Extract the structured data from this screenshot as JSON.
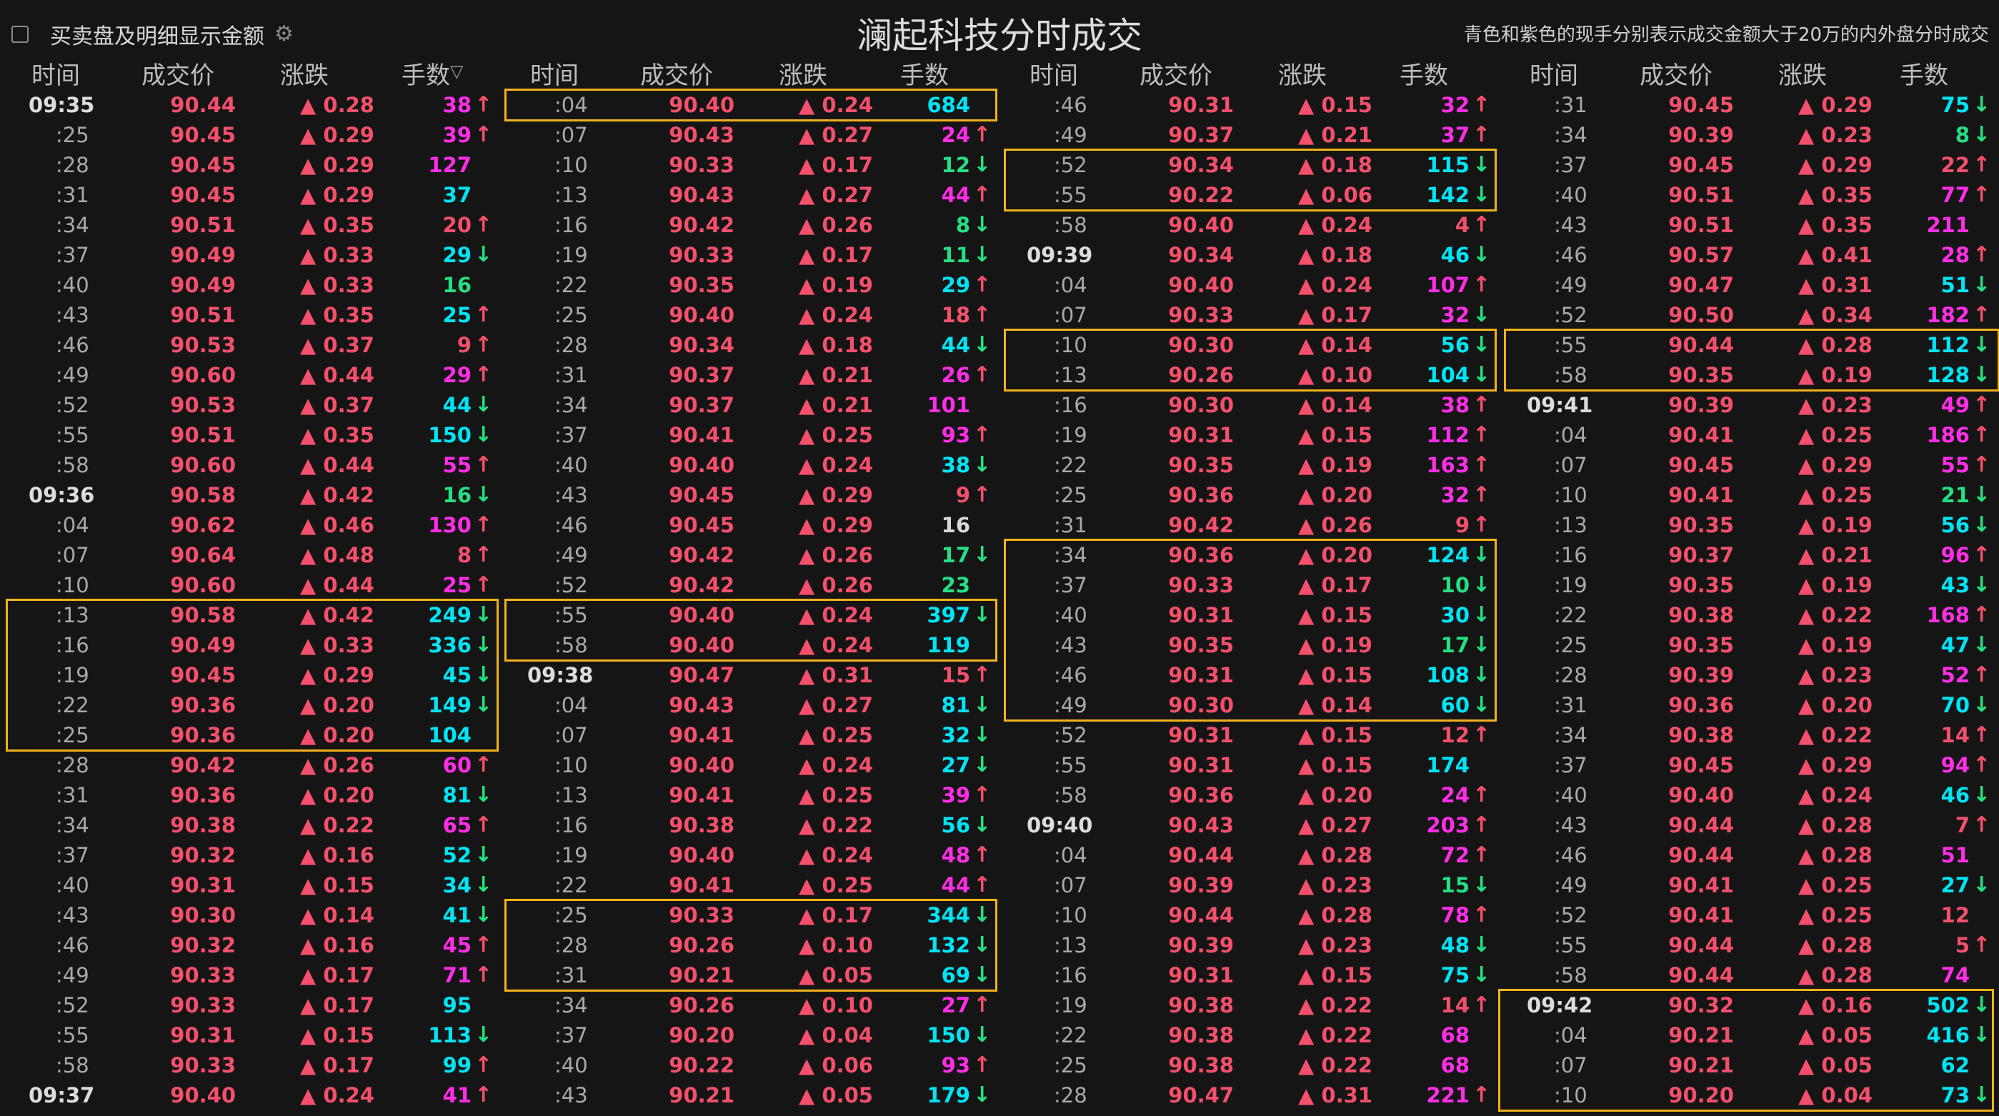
{
  "header": {
    "checkbox_label": "买卖盘及明细显示金额",
    "title": "澜起科技分时成交",
    "note": "青色和紫色的现手分别表示成交金额大于20万的内外盘分时成交",
    "columns": [
      "时间",
      "成交价",
      "涨跌",
      "手数"
    ]
  },
  "colors": {
    "up_red": "#f4506b",
    "down_green": "#24e082",
    "big_buy_cyan": "#00e5f5",
    "big_sell_magenta": "#ff2ee6",
    "highlight": "#f2b21b"
  },
  "groups": [
    {
      "rows": [
        [
          "09:35",
          "90.44",
          "▲ 0.28",
          "38",
          "m",
          "u"
        ],
        [
          ":25",
          "90.45",
          "▲ 0.29",
          "39",
          "m",
          "u"
        ],
        [
          ":28",
          "90.45",
          "▲ 0.29",
          "127",
          "m",
          ""
        ],
        [
          ":31",
          "90.45",
          "▲ 0.29",
          "37",
          "c",
          ""
        ],
        [
          ":34",
          "90.51",
          "▲ 0.35",
          "20",
          "r",
          "u"
        ],
        [
          ":37",
          "90.49",
          "▲ 0.33",
          "29",
          "c",
          "d"
        ],
        [
          ":40",
          "90.49",
          "▲ 0.33",
          "16",
          "g",
          ""
        ],
        [
          ":43",
          "90.51",
          "▲ 0.35",
          "25",
          "c",
          "u"
        ],
        [
          ":46",
          "90.53",
          "▲ 0.37",
          "9",
          "r",
          "u"
        ],
        [
          ":49",
          "90.60",
          "▲ 0.44",
          "29",
          "m",
          "u"
        ],
        [
          ":52",
          "90.53",
          "▲ 0.37",
          "44",
          "c",
          "d"
        ],
        [
          ":55",
          "90.51",
          "▲ 0.35",
          "150",
          "c",
          "d"
        ],
        [
          ":58",
          "90.60",
          "▲ 0.44",
          "55",
          "m",
          "u"
        ],
        [
          "09:36",
          "90.58",
          "▲ 0.42",
          "16",
          "g",
          "d"
        ],
        [
          ":04",
          "90.62",
          "▲ 0.46",
          "130",
          "m",
          "u"
        ],
        [
          ":07",
          "90.64",
          "▲ 0.48",
          "8",
          "r",
          "u"
        ],
        [
          ":10",
          "90.60",
          "▲ 0.44",
          "25",
          "m",
          "u"
        ],
        [
          ":13",
          "90.58",
          "▲ 0.42",
          "249",
          "c",
          "d"
        ],
        [
          ":16",
          "90.49",
          "▲ 0.33",
          "336",
          "c",
          "d"
        ],
        [
          ":19",
          "90.45",
          "▲ 0.29",
          "45",
          "c",
          "d"
        ],
        [
          ":22",
          "90.36",
          "▲ 0.20",
          "149",
          "c",
          "d"
        ],
        [
          ":25",
          "90.36",
          "▲ 0.20",
          "104",
          "c",
          ""
        ],
        [
          ":28",
          "90.42",
          "▲ 0.26",
          "60",
          "m",
          "u"
        ],
        [
          ":31",
          "90.36",
          "▲ 0.20",
          "81",
          "c",
          "d"
        ],
        [
          ":34",
          "90.38",
          "▲ 0.22",
          "65",
          "m",
          "u"
        ],
        [
          ":37",
          "90.32",
          "▲ 0.16",
          "52",
          "c",
          "d"
        ],
        [
          ":40",
          "90.31",
          "▲ 0.15",
          "34",
          "c",
          "d"
        ],
        [
          ":43",
          "90.30",
          "▲ 0.14",
          "41",
          "c",
          "d"
        ],
        [
          ":46",
          "90.32",
          "▲ 0.16",
          "45",
          "m",
          "u"
        ],
        [
          ":49",
          "90.33",
          "▲ 0.17",
          "71",
          "m",
          "u"
        ],
        [
          ":52",
          "90.33",
          "▲ 0.17",
          "95",
          "c",
          ""
        ],
        [
          ":55",
          "90.31",
          "▲ 0.15",
          "113",
          "c",
          "d"
        ],
        [
          ":58",
          "90.33",
          "▲ 0.17",
          "99",
          "c",
          "u"
        ],
        [
          "09:37",
          "90.40",
          "▲ 0.24",
          "41",
          "m",
          "u"
        ]
      ]
    },
    {
      "rows": [
        [
          ":04",
          "90.40",
          "▲ 0.24",
          "684",
          "c",
          ""
        ],
        [
          ":07",
          "90.43",
          "▲ 0.27",
          "24",
          "m",
          "u"
        ],
        [
          ":10",
          "90.33",
          "▲ 0.17",
          "12",
          "g",
          "d"
        ],
        [
          ":13",
          "90.43",
          "▲ 0.27",
          "44",
          "m",
          "u"
        ],
        [
          ":16",
          "90.42",
          "▲ 0.26",
          "8",
          "g",
          "d"
        ],
        [
          ":19",
          "90.33",
          "▲ 0.17",
          "11",
          "g",
          "d"
        ],
        [
          ":22",
          "90.35",
          "▲ 0.19",
          "29",
          "c",
          "u"
        ],
        [
          ":25",
          "90.40",
          "▲ 0.24",
          "18",
          "r",
          "u"
        ],
        [
          ":28",
          "90.34",
          "▲ 0.18",
          "44",
          "c",
          "d"
        ],
        [
          ":31",
          "90.37",
          "▲ 0.21",
          "26",
          "m",
          "u"
        ],
        [
          ":34",
          "90.37",
          "▲ 0.21",
          "101",
          "m",
          ""
        ],
        [
          ":37",
          "90.41",
          "▲ 0.25",
          "93",
          "m",
          "u"
        ],
        [
          ":40",
          "90.40",
          "▲ 0.24",
          "38",
          "c",
          "d"
        ],
        [
          ":43",
          "90.45",
          "▲ 0.29",
          "9",
          "r",
          "u"
        ],
        [
          ":46",
          "90.45",
          "▲ 0.29",
          "16",
          "w",
          ""
        ],
        [
          ":49",
          "90.42",
          "▲ 0.26",
          "17",
          "g",
          "d"
        ],
        [
          ":52",
          "90.42",
          "▲ 0.26",
          "23",
          "g",
          ""
        ],
        [
          ":55",
          "90.40",
          "▲ 0.24",
          "397",
          "c",
          "d"
        ],
        [
          ":58",
          "90.40",
          "▲ 0.24",
          "119",
          "c",
          ""
        ],
        [
          "09:38",
          "90.47",
          "▲ 0.31",
          "15",
          "r",
          "u"
        ],
        [
          ":04",
          "90.43",
          "▲ 0.27",
          "81",
          "c",
          "d"
        ],
        [
          ":07",
          "90.41",
          "▲ 0.25",
          "32",
          "c",
          "d"
        ],
        [
          ":10",
          "90.40",
          "▲ 0.24",
          "27",
          "c",
          "d"
        ],
        [
          ":13",
          "90.41",
          "▲ 0.25",
          "39",
          "m",
          "u"
        ],
        [
          ":16",
          "90.38",
          "▲ 0.22",
          "56",
          "c",
          "d"
        ],
        [
          ":19",
          "90.40",
          "▲ 0.24",
          "48",
          "m",
          "u"
        ],
        [
          ":22",
          "90.41",
          "▲ 0.25",
          "44",
          "m",
          "u"
        ],
        [
          ":25",
          "90.33",
          "▲ 0.17",
          "344",
          "c",
          "d"
        ],
        [
          ":28",
          "90.26",
          "▲ 0.10",
          "132",
          "c",
          "d"
        ],
        [
          ":31",
          "90.21",
          "▲ 0.05",
          "69",
          "c",
          "d"
        ],
        [
          ":34",
          "90.26",
          "▲ 0.10",
          "27",
          "m",
          "u"
        ],
        [
          ":37",
          "90.20",
          "▲ 0.04",
          "150",
          "c",
          "d"
        ],
        [
          ":40",
          "90.22",
          "▲ 0.06",
          "93",
          "m",
          "u"
        ],
        [
          ":43",
          "90.21",
          "▲ 0.05",
          "179",
          "c",
          "d"
        ]
      ]
    },
    {
      "rows": [
        [
          ":46",
          "90.31",
          "▲ 0.15",
          "32",
          "m",
          "u"
        ],
        [
          ":49",
          "90.37",
          "▲ 0.21",
          "37",
          "m",
          "u"
        ],
        [
          ":52",
          "90.34",
          "▲ 0.18",
          "115",
          "c",
          "d"
        ],
        [
          ":55",
          "90.22",
          "▲ 0.06",
          "142",
          "c",
          "d"
        ],
        [
          ":58",
          "90.40",
          "▲ 0.24",
          "4",
          "r",
          "u"
        ],
        [
          "09:39",
          "90.34",
          "▲ 0.18",
          "46",
          "c",
          "d"
        ],
        [
          ":04",
          "90.40",
          "▲ 0.24",
          "107",
          "m",
          "u"
        ],
        [
          ":07",
          "90.33",
          "▲ 0.17",
          "32",
          "m",
          "d"
        ],
        [
          ":10",
          "90.30",
          "▲ 0.14",
          "56",
          "c",
          "d"
        ],
        [
          ":13",
          "90.26",
          "▲ 0.10",
          "104",
          "c",
          "d"
        ],
        [
          ":16",
          "90.30",
          "▲ 0.14",
          "38",
          "m",
          "u"
        ],
        [
          ":19",
          "90.31",
          "▲ 0.15",
          "112",
          "m",
          "u"
        ],
        [
          ":22",
          "90.35",
          "▲ 0.19",
          "163",
          "m",
          "u"
        ],
        [
          ":25",
          "90.36",
          "▲ 0.20",
          "32",
          "m",
          "u"
        ],
        [
          ":31",
          "90.42",
          "▲ 0.26",
          "9",
          "r",
          "u"
        ],
        [
          ":34",
          "90.36",
          "▲ 0.20",
          "124",
          "c",
          "d"
        ],
        [
          ":37",
          "90.33",
          "▲ 0.17",
          "10",
          "g",
          "d"
        ],
        [
          ":40",
          "90.31",
          "▲ 0.15",
          "30",
          "c",
          "d"
        ],
        [
          ":43",
          "90.35",
          "▲ 0.19",
          "17",
          "g",
          "d"
        ],
        [
          ":46",
          "90.31",
          "▲ 0.15",
          "108",
          "c",
          "d"
        ],
        [
          ":49",
          "90.30",
          "▲ 0.14",
          "60",
          "c",
          "d"
        ],
        [
          ":52",
          "90.31",
          "▲ 0.15",
          "12",
          "r",
          "u"
        ],
        [
          ":55",
          "90.31",
          "▲ 0.15",
          "174",
          "c",
          ""
        ],
        [
          ":58",
          "90.36",
          "▲ 0.20",
          "24",
          "m",
          "u"
        ],
        [
          "09:40",
          "90.43",
          "▲ 0.27",
          "203",
          "m",
          "u"
        ],
        [
          ":04",
          "90.44",
          "▲ 0.28",
          "72",
          "m",
          "u"
        ],
        [
          ":07",
          "90.39",
          "▲ 0.23",
          "15",
          "g",
          "d"
        ],
        [
          ":10",
          "90.44",
          "▲ 0.28",
          "78",
          "m",
          "u"
        ],
        [
          ":13",
          "90.39",
          "▲ 0.23",
          "48",
          "c",
          "d"
        ],
        [
          ":16",
          "90.31",
          "▲ 0.15",
          "75",
          "c",
          "d"
        ],
        [
          ":19",
          "90.38",
          "▲ 0.22",
          "14",
          "r",
          "u"
        ],
        [
          ":22",
          "90.38",
          "▲ 0.22",
          "68",
          "m",
          ""
        ],
        [
          ":25",
          "90.38",
          "▲ 0.22",
          "68",
          "m",
          ""
        ],
        [
          ":28",
          "90.47",
          "▲ 0.31",
          "221",
          "m",
          "u"
        ]
      ]
    },
    {
      "rows": [
        [
          ":31",
          "90.45",
          "▲ 0.29",
          "75",
          "c",
          "d"
        ],
        [
          ":34",
          "90.39",
          "▲ 0.23",
          "8",
          "g",
          "d"
        ],
        [
          ":37",
          "90.45",
          "▲ 0.29",
          "22",
          "r",
          "u"
        ],
        [
          ":40",
          "90.51",
          "▲ 0.35",
          "77",
          "m",
          "u"
        ],
        [
          ":43",
          "90.51",
          "▲ 0.35",
          "211",
          "m",
          ""
        ],
        [
          ":46",
          "90.57",
          "▲ 0.41",
          "28",
          "m",
          "u"
        ],
        [
          ":49",
          "90.47",
          "▲ 0.31",
          "51",
          "c",
          "d"
        ],
        [
          ":52",
          "90.50",
          "▲ 0.34",
          "182",
          "m",
          "u"
        ],
        [
          ":55",
          "90.44",
          "▲ 0.28",
          "112",
          "c",
          "d"
        ],
        [
          ":58",
          "90.35",
          "▲ 0.19",
          "128",
          "c",
          "d"
        ],
        [
          "09:41",
          "90.39",
          "▲ 0.23",
          "49",
          "m",
          "u"
        ],
        [
          ":04",
          "90.41",
          "▲ 0.25",
          "186",
          "m",
          "u"
        ],
        [
          ":07",
          "90.45",
          "▲ 0.29",
          "55",
          "m",
          "u"
        ],
        [
          ":10",
          "90.41",
          "▲ 0.25",
          "21",
          "g",
          "d"
        ],
        [
          ":13",
          "90.35",
          "▲ 0.19",
          "56",
          "c",
          "d"
        ],
        [
          ":16",
          "90.37",
          "▲ 0.21",
          "96",
          "m",
          "u"
        ],
        [
          ":19",
          "90.35",
          "▲ 0.19",
          "43",
          "c",
          "d"
        ],
        [
          ":22",
          "90.38",
          "▲ 0.22",
          "168",
          "m",
          "u"
        ],
        [
          ":25",
          "90.35",
          "▲ 0.19",
          "47",
          "c",
          "d"
        ],
        [
          ":28",
          "90.39",
          "▲ 0.23",
          "52",
          "m",
          "u"
        ],
        [
          ":31",
          "90.36",
          "▲ 0.20",
          "70",
          "c",
          "d"
        ],
        [
          ":34",
          "90.38",
          "▲ 0.22",
          "14",
          "r",
          "u"
        ],
        [
          ":37",
          "90.45",
          "▲ 0.29",
          "94",
          "m",
          "u"
        ],
        [
          ":40",
          "90.40",
          "▲ 0.24",
          "46",
          "c",
          "d"
        ],
        [
          ":43",
          "90.44",
          "▲ 0.28",
          "7",
          "r",
          "u"
        ],
        [
          ":46",
          "90.44",
          "▲ 0.28",
          "51",
          "m",
          ""
        ],
        [
          ":49",
          "90.41",
          "▲ 0.25",
          "27",
          "c",
          "d"
        ],
        [
          ":52",
          "90.41",
          "▲ 0.25",
          "12",
          "r",
          ""
        ],
        [
          ":55",
          "90.44",
          "▲ 0.28",
          "5",
          "r",
          "u"
        ],
        [
          ":58",
          "90.44",
          "▲ 0.28",
          "74",
          "m",
          ""
        ],
        [
          "09:42",
          "90.32",
          "▲ 0.16",
          "502",
          "c",
          "d"
        ],
        [
          ":04",
          "90.21",
          "▲ 0.05",
          "416",
          "c",
          "d"
        ],
        [
          ":07",
          "90.21",
          "▲ 0.05",
          "62",
          "c",
          ""
        ],
        [
          ":10",
          "90.20",
          "▲ 0.04",
          "73",
          "c",
          "d"
        ]
      ]
    }
  ]
}
